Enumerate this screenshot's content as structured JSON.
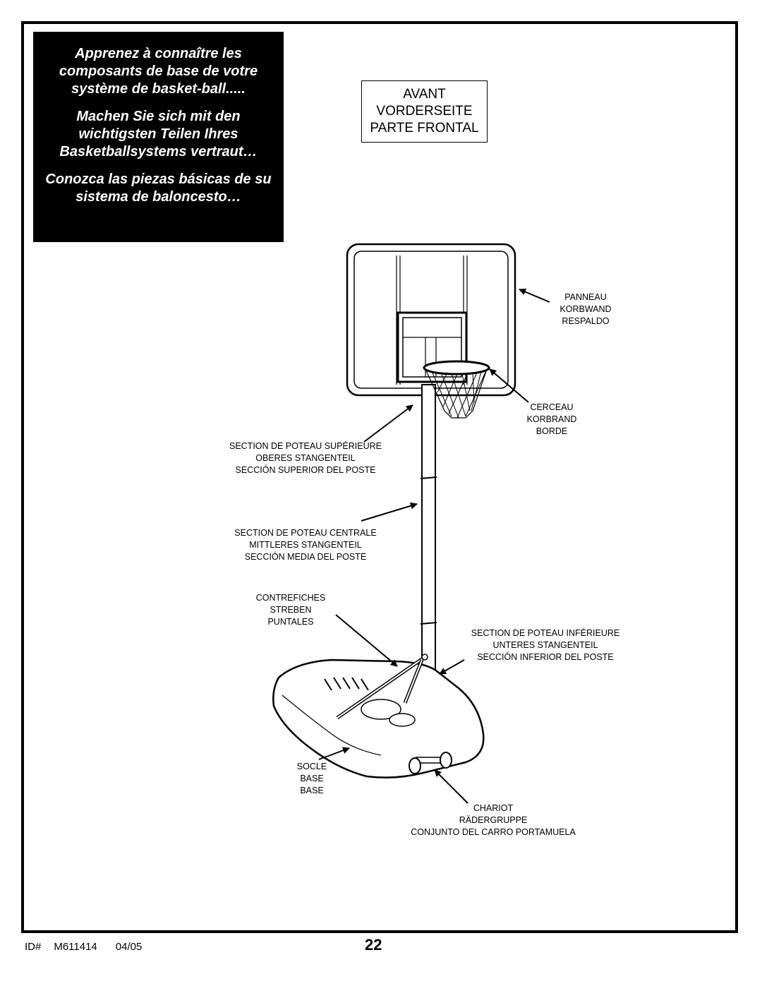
{
  "intro": {
    "french": "Apprenez à connaître les\ncomposants de base de votre\nsystème de basket-ball.....",
    "german": "Machen Sie sich mit den\nwichtigsten Teilen Ihres\nBasketballsystems vertraut…",
    "spanish": "Conozca las piezas básicas de su\nsistema de baloncesto…"
  },
  "front_label": {
    "fr": "AVANT",
    "de": "VORDERSEITE",
    "es": "PARTE FRONTAL"
  },
  "callouts": {
    "backboard": [
      "PANNEAU",
      "KORBWAND",
      "RESPALDO"
    ],
    "rim": [
      "CERCEAU",
      "KORBRAND",
      "BORDE"
    ],
    "upper_pole": [
      "SECTION DE POTEAU SUPÉRIEURE",
      "OBERES STANGENTEIL",
      "SECCIÓN SUPERIOR DEL POSTE"
    ],
    "middle_pole": [
      "SECTION DE POTEAU CENTRALE",
      "MITTLERES STANGENTEIL",
      "SECCIÓN MEDIA DEL POSTE"
    ],
    "braces": [
      "CONTREFICHES",
      "STREBEN",
      "PUNTALES"
    ],
    "lower_pole": [
      "SECTION DE POTEAU INFÉRIEURE",
      "UNTERES STANGENTEIL",
      "SECCIÓN INFERIOR DEL POSTE"
    ],
    "base": [
      "SOCLE",
      "BASE",
      "BASE"
    ],
    "wheels": [
      "CHARIOT",
      "RÄDERGRUPPE",
      "CONJUNTO DEL CARRO PORTAMUELA"
    ]
  },
  "footer": {
    "id_label": "ID#",
    "id_value": "M611414",
    "date": "04/05",
    "page_number": "22"
  }
}
